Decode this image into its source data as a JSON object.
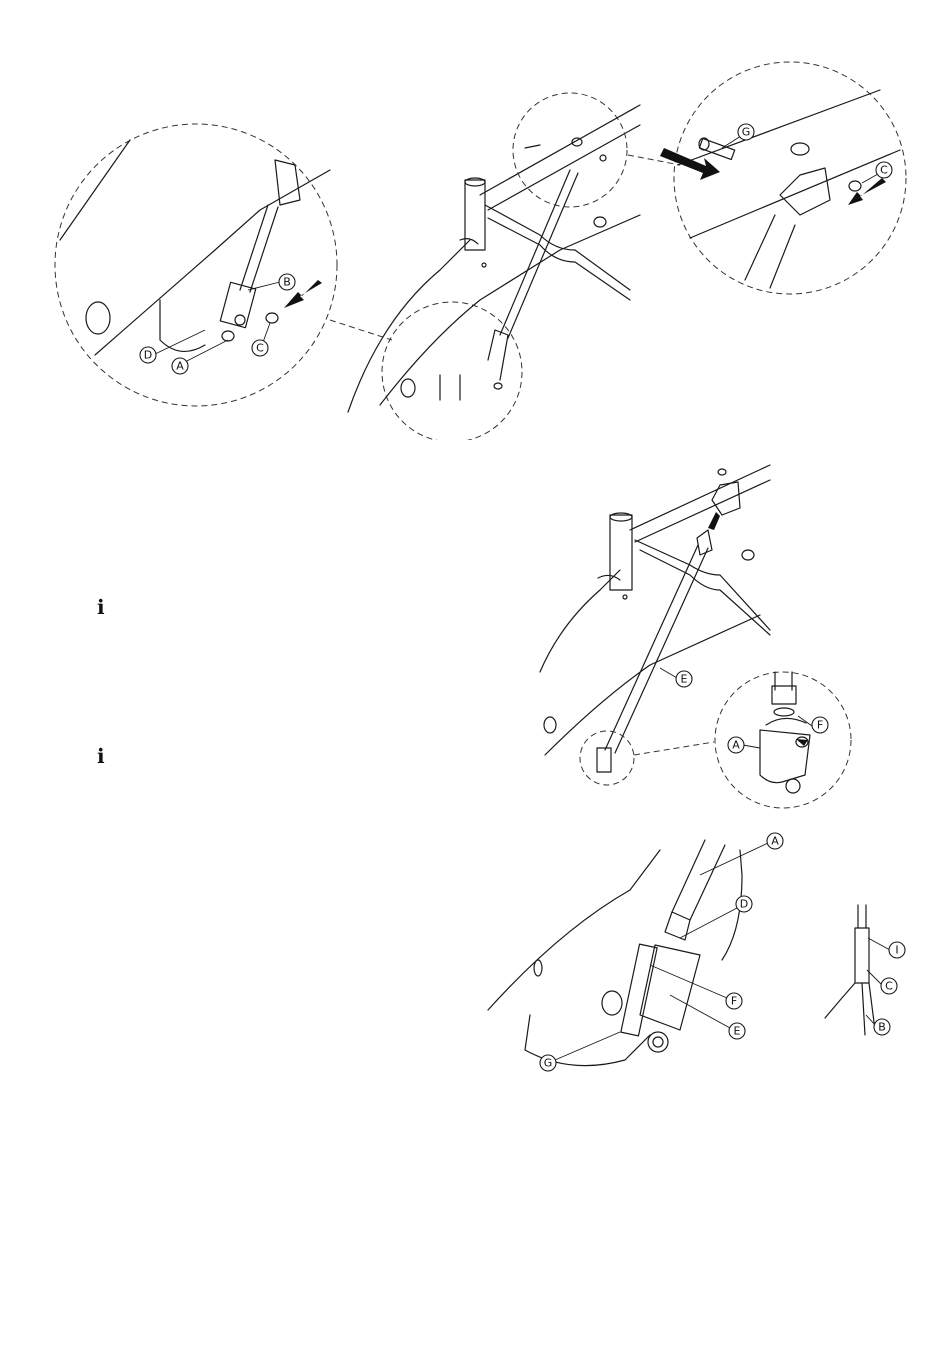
{
  "figure1": {
    "labels": {
      "left_detail": [
        "B",
        "C",
        "D",
        "A"
      ],
      "right_detail": [
        "G",
        "C"
      ]
    }
  },
  "figure2": {
    "labels": [
      "E",
      "F",
      "A"
    ]
  },
  "figure3": {
    "labels": [
      "A",
      "D",
      "F",
      "E",
      "G",
      "I",
      "C",
      "B"
    ]
  },
  "icons": {
    "info_1": "info-icon",
    "info_2": "info-icon",
    "info_glyph": "ℹ"
  }
}
